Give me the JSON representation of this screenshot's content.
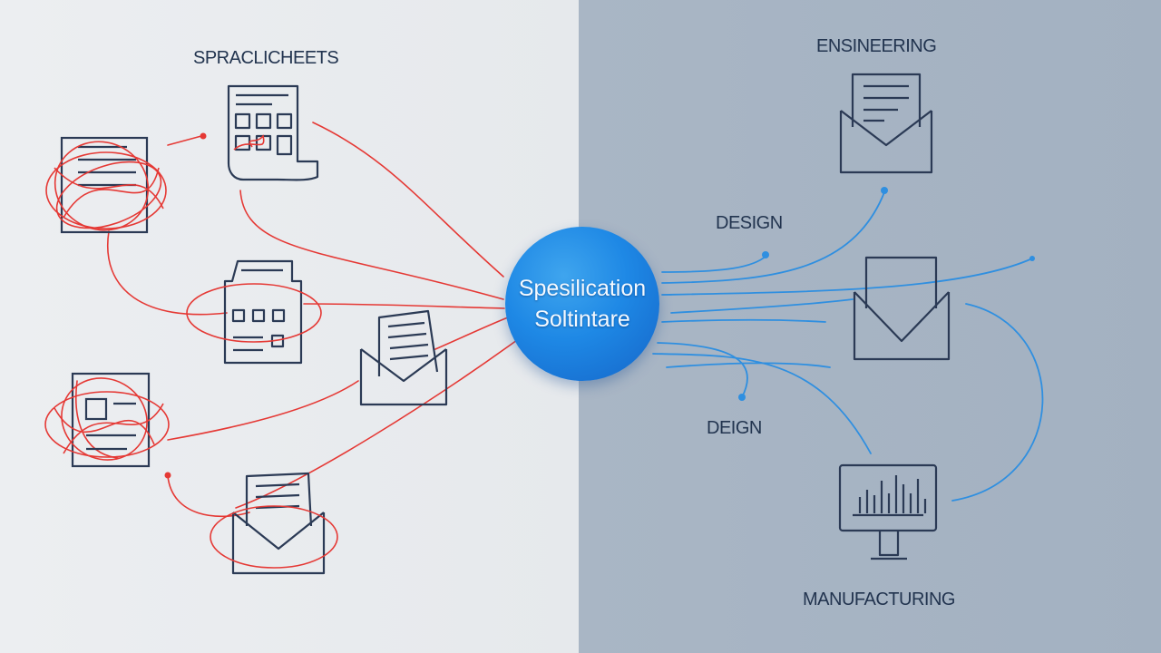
{
  "hub": {
    "line1": "Spesilication",
    "line2": "Soltintare"
  },
  "labels": {
    "spreadsheets": "SPRACLICHEETS",
    "engineering": "ENSINEERING",
    "design_top": "DESIGN",
    "design_bottom": "DEIGN",
    "manufacturing": "MANUFACTURING"
  },
  "colors": {
    "left_background": "#eceef1",
    "right_background": "#a9b6c5",
    "chaos_red": "#e53935",
    "flow_blue": "#2f8fe0",
    "icon_stroke": "#2b3a55"
  },
  "icons": {
    "left": [
      "scribbled-document-icon",
      "spreadsheet-document-icon",
      "calculator-form-icon",
      "letter-envelope-icon",
      "scribbled-file-icon",
      "open-envelope-icon"
    ],
    "right": [
      "engineering-envelope-icon",
      "design-envelope-icon",
      "manufacturing-monitor-icon"
    ]
  }
}
